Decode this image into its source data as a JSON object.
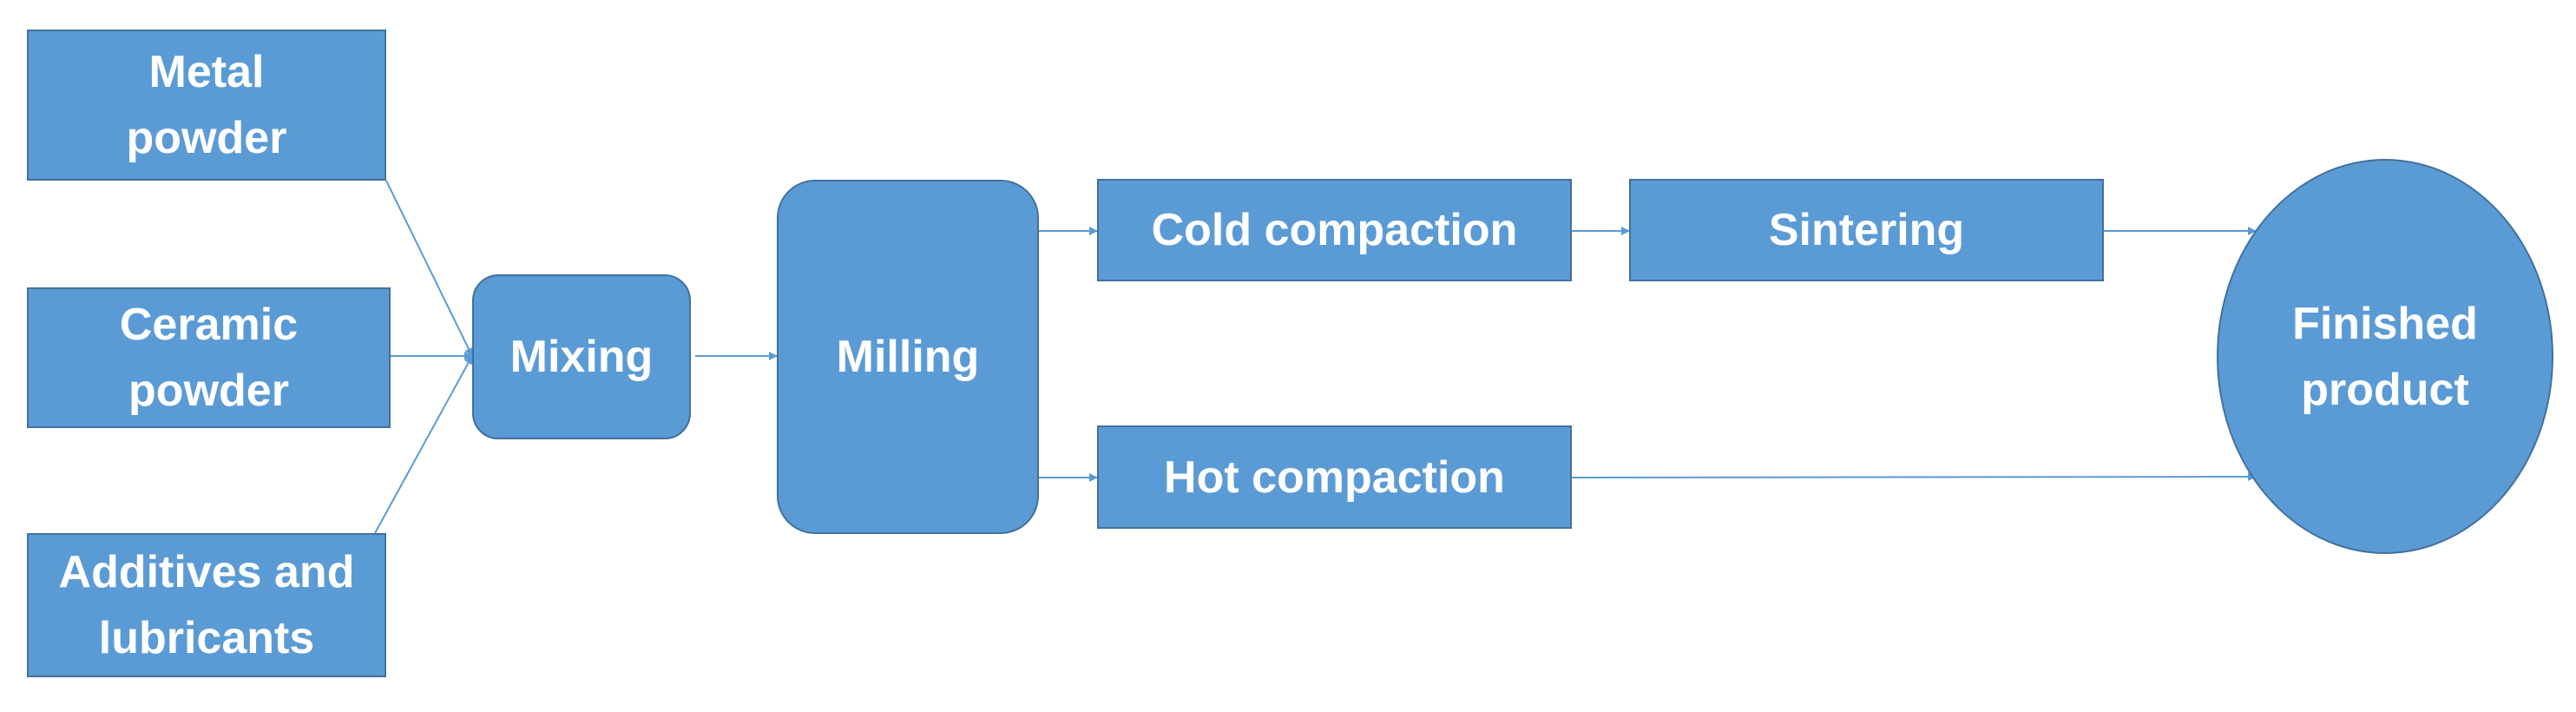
{
  "nodes": {
    "metal_powder": {
      "lines": [
        "Metal",
        "powder"
      ]
    },
    "ceramic_powder": {
      "lines": [
        "Ceramic",
        "powder"
      ]
    },
    "additives": {
      "lines": [
        "Additives and",
        "lubricants"
      ]
    },
    "mixing": {
      "label": "Mixing"
    },
    "milling": {
      "label": "Milling"
    },
    "cold_compaction": {
      "label": "Cold compaction"
    },
    "hot_compaction": {
      "label": "Hot compaction"
    },
    "sintering": {
      "label": "Sintering"
    },
    "finished_product": {
      "lines": [
        "Finished",
        "product"
      ]
    }
  },
  "edges": [
    {
      "from": "Metal powder",
      "to": "Mixing"
    },
    {
      "from": "Ceramic powder",
      "to": "Mixing"
    },
    {
      "from": "Additives and lubricants",
      "to": "Mixing"
    },
    {
      "from": "Mixing",
      "to": "Milling"
    },
    {
      "from": "Milling",
      "to": "Cold compaction"
    },
    {
      "from": "Milling",
      "to": "Hot compaction"
    },
    {
      "from": "Cold compaction",
      "to": "Sintering"
    },
    {
      "from": "Sintering",
      "to": "Finished product"
    },
    {
      "from": "Hot compaction",
      "to": "Finished product"
    }
  ],
  "colors": {
    "node_fill": "#5b9bd5",
    "node_border": "#41719c",
    "connector": "#5b9bd5",
    "text": "#ffffff"
  }
}
